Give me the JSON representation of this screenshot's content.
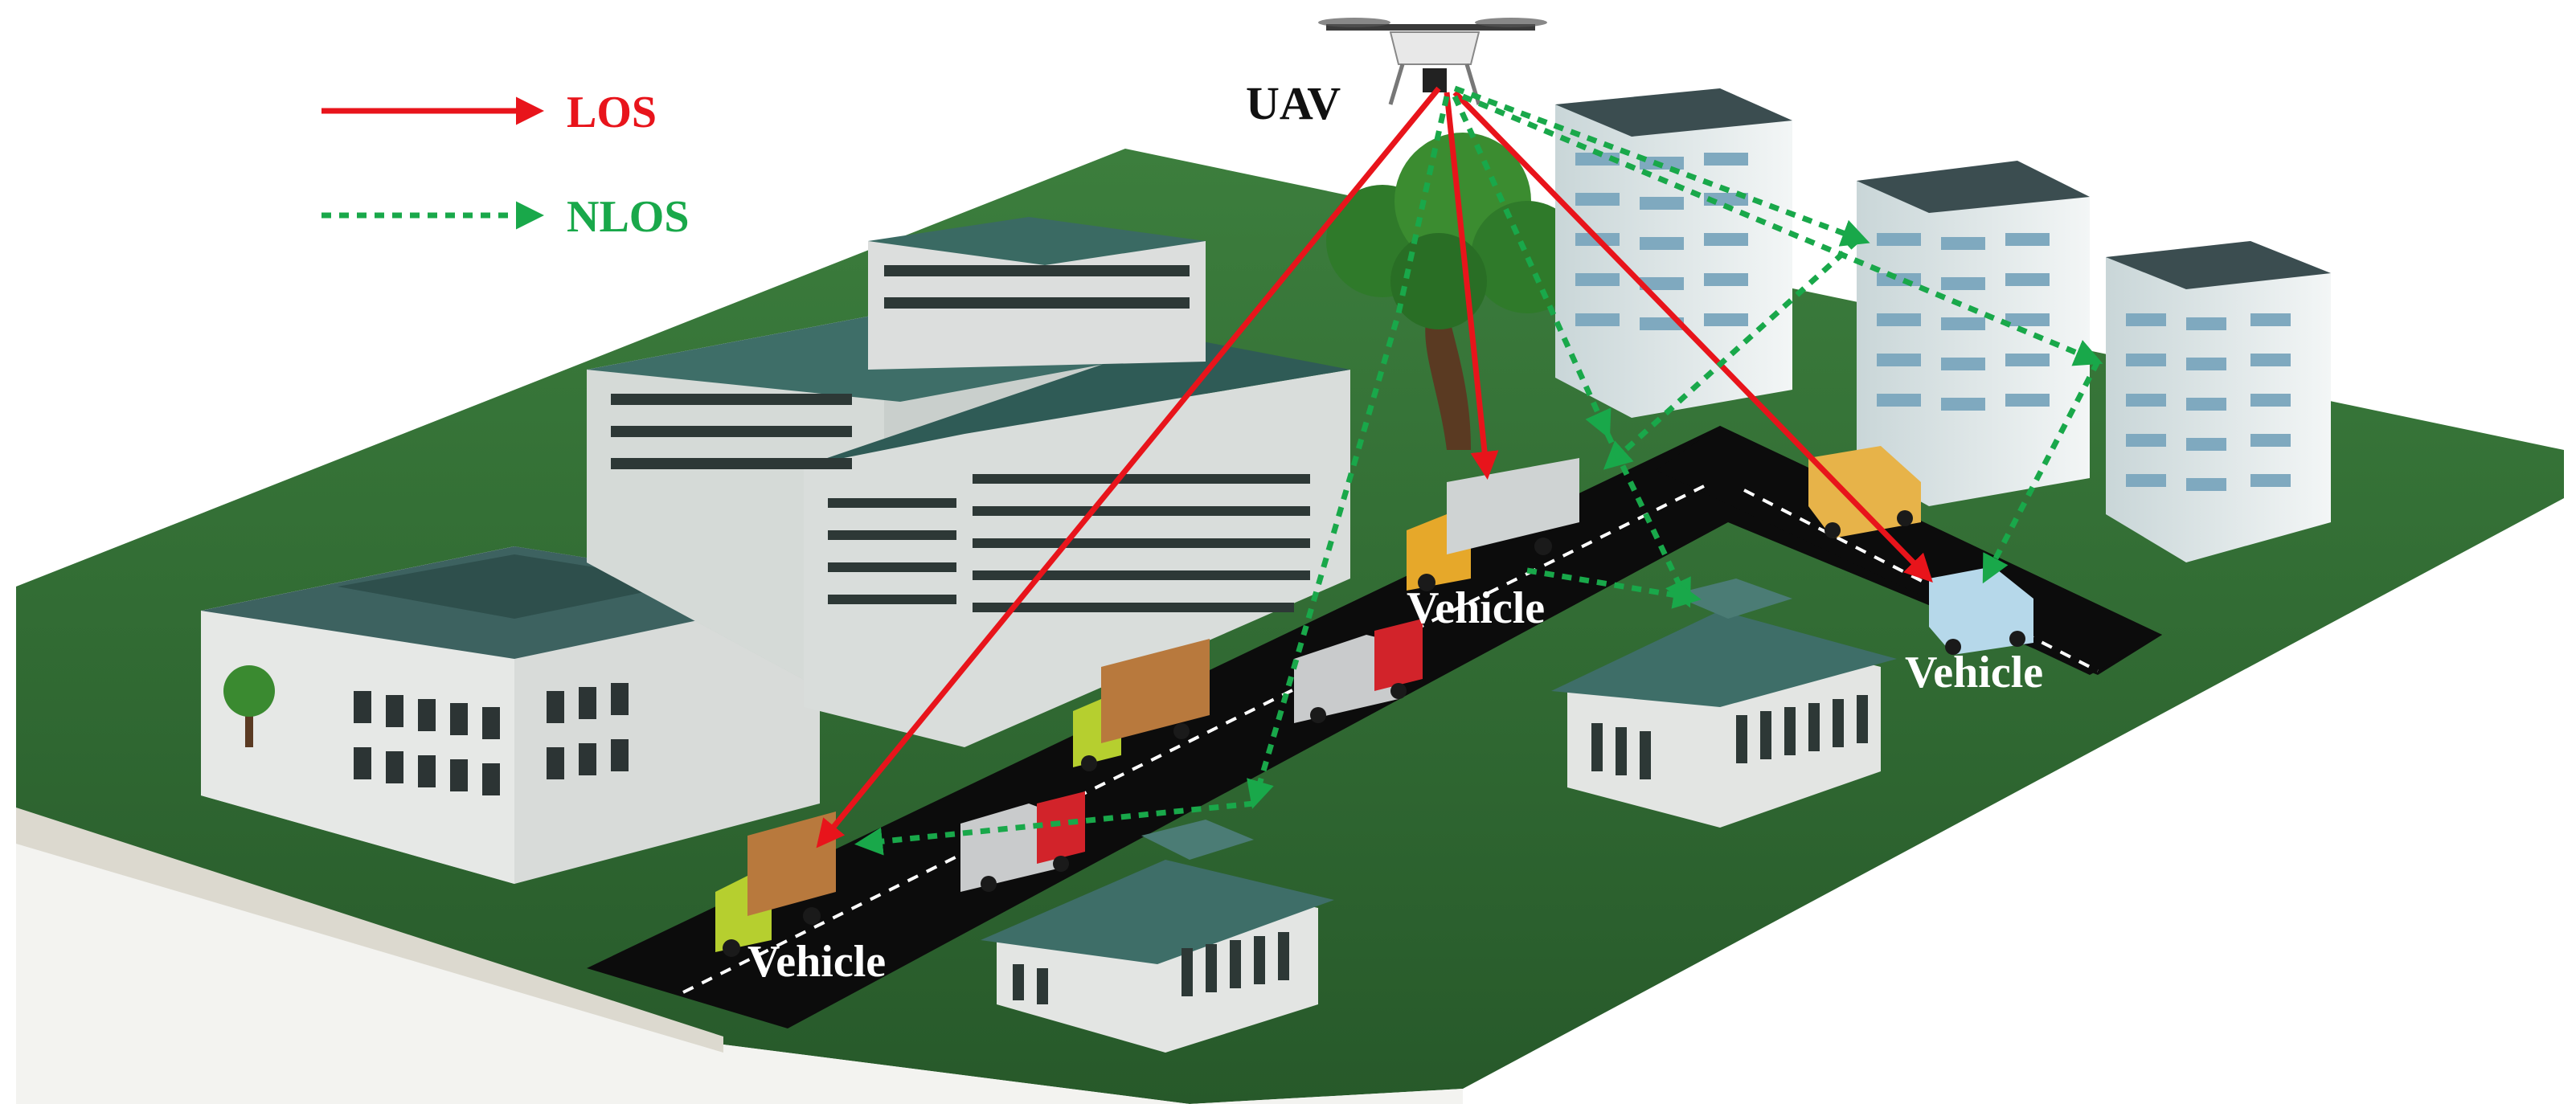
{
  "legend": {
    "los": {
      "label": "LOS",
      "color": "#e8141b"
    },
    "nlos": {
      "label": "NLOS",
      "color": "#19a84a"
    }
  },
  "uav": {
    "label": "UAV"
  },
  "vehicles": [
    {
      "label": "Vehicle"
    },
    {
      "label": "Vehicle"
    },
    {
      "label": "Vehicle"
    }
  ],
  "colors": {
    "ground": "#2f6d33",
    "road": "#0c0c0c",
    "los_link": "#e8141b",
    "nlos_link": "#19a84a",
    "building_light": "#dfe3e2",
    "building_roof": "#3e6e68",
    "tower_body": "#e6eeee",
    "tower_window": "#7fa9bf"
  },
  "icons": [
    "drone-icon",
    "tree-icon",
    "truck-icon",
    "van-icon",
    "office-building-icon",
    "tower-building-icon",
    "pavilion-building-icon"
  ]
}
